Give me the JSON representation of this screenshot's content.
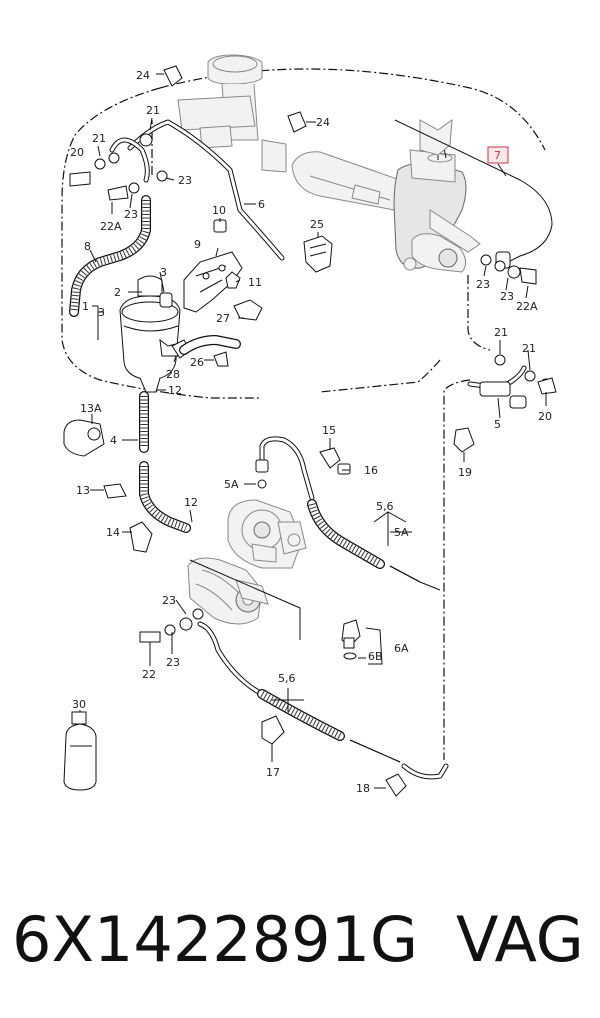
{
  "footer": {
    "part_number": "6X1422891G",
    "brand": "VAG"
  },
  "highlight_color": "#cc3344",
  "callouts": [
    "24",
    "24",
    "21",
    "21",
    "20",
    "23",
    "22A",
    "23",
    "6",
    "8",
    "10",
    "9",
    "25",
    "7",
    "23",
    "23",
    "22A",
    "21",
    "21",
    "20",
    "5",
    "3",
    "2",
    "1",
    "3",
    "11",
    "27",
    "28",
    "26",
    "12",
    "13A",
    "4",
    "19",
    "15",
    "16",
    "5A",
    "5,6",
    "5A",
    "13",
    "12",
    "14",
    "23",
    "22",
    "23",
    "6A",
    "6B",
    "5,6",
    "17",
    "30",
    "18"
  ]
}
